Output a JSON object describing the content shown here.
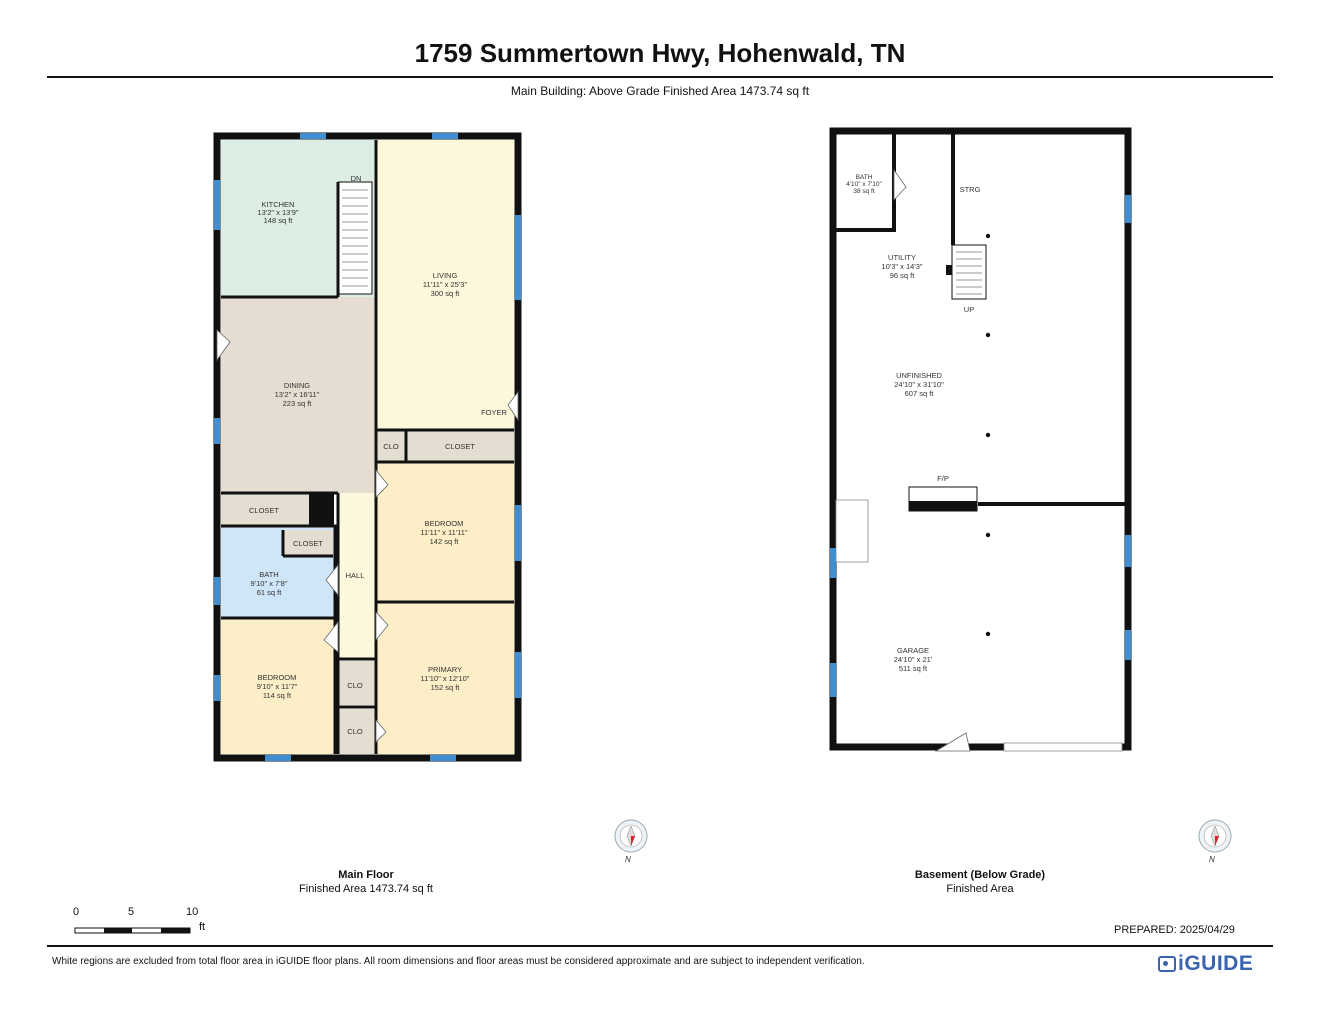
{
  "header": {
    "title": "1759 Summertown Hwy, Hohenwald, TN",
    "subtitle": "Main Building: Above Grade Finished Area 1473.74 sq ft"
  },
  "main_floor": {
    "caption_title": "Main Floor",
    "caption_sub": "Finished Area 1473.74 sq ft",
    "rooms": {
      "kitchen": {
        "name": "KITCHEN",
        "dims": "13'2\" x 13'9\"",
        "area": "148 sq ft"
      },
      "living": {
        "name": "LIVING",
        "dims": "11'11\" x 25'3\"",
        "area": "300 sq ft"
      },
      "dining": {
        "name": "DINING",
        "dims": "13'2\" x 16'11\"",
        "area": "223 sq ft"
      },
      "bedroom1": {
        "name": "BEDROOM",
        "dims": "11'11\" x 11'11\"",
        "area": "142 sq ft"
      },
      "bath": {
        "name": "BATH",
        "dims": "9'10\" x 7'8\"",
        "area": "61 sq ft"
      },
      "bedroom2": {
        "name": "BEDROOM",
        "dims": "9'10\" x 11'7\"",
        "area": "114 sq ft"
      },
      "primary": {
        "name": "PRIMARY",
        "dims": "11'10\" x 12'10\"",
        "area": "152 sq ft"
      }
    },
    "labels": {
      "dn": "DN",
      "foyer": "FOYER",
      "clo": "CLO",
      "closet": "CLOSET",
      "hall": "HALL"
    }
  },
  "basement": {
    "caption_title": "Basement (Below Grade)",
    "caption_sub": "Finished Area",
    "rooms": {
      "bath": {
        "name": "BATH",
        "dims": "4'10\" x 7'10\"",
        "area": "38 sq ft"
      },
      "utility": {
        "name": "UTILITY",
        "dims": "10'3\" x 14'3\"",
        "area": "96 sq ft"
      },
      "unfinished": {
        "name": "UNFINISHED",
        "dims": "24'10\" x 31'10\"",
        "area": "607 sq ft"
      },
      "garage": {
        "name": "GARAGE",
        "dims": "24'10\" x 21'",
        "area": "511 sq ft"
      }
    },
    "labels": {
      "strg": "STRG",
      "up": "UP",
      "fp": "F/P"
    }
  },
  "compass": {
    "north": "N"
  },
  "scale": {
    "t0": "0",
    "t5": "5",
    "t10": "10",
    "unit": "ft"
  },
  "footer": {
    "prepared": "PREPARED: 2025/04/29",
    "disclaimer": "White regions are excluded from total floor area in iGUIDE floor plans. All room dimensions and floor areas must be considered approximate and are subject to independent verification.",
    "logo": "iGUIDE"
  },
  "colors": {
    "kitchen": "#dcede3",
    "living": "#fdf7dc",
    "dining": "#e5ddd1",
    "bedroom": "#fcefc7",
    "bath": "#cfe5f8",
    "hall": "#fdf7dc",
    "closet": "#e4ddd1",
    "wall": "#111111",
    "window": "#3f8fd0",
    "compass_red": "#e0202a",
    "logo": "#3a63b0"
  }
}
